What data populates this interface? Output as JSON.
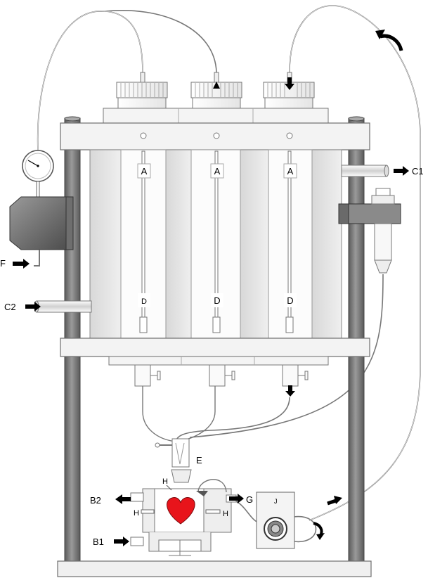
{
  "labels": {
    "a1": "A",
    "a2": "A",
    "a3": "A",
    "d1": "D",
    "d2": "D",
    "d3": "D",
    "c1": "C1",
    "c2": "C2",
    "f": "F",
    "e": "E",
    "g": "G",
    "j": "J",
    "b1": "B1",
    "b2": "B2",
    "h_top": "H",
    "h_left": "H",
    "h_right": "H"
  },
  "colors": {
    "heart": "#e8141b",
    "rod": "#7a7a7a",
    "frame_fill": "#f2f2f2",
    "outline": "#6e6e6e",
    "arrow": "#000000"
  },
  "icons": {
    "gauge": "pressure-gauge-icon",
    "heart": "heart-icon",
    "pump": "peristaltic-pump-icon",
    "flow_arrow": "flow-arrow-icon"
  }
}
